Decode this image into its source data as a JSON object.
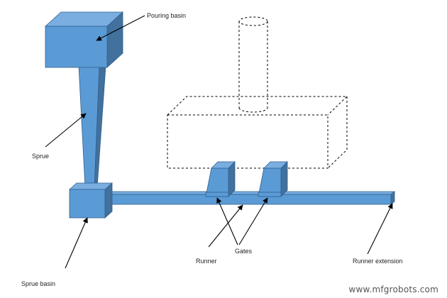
{
  "labels": {
    "pouring_basin": "Pouring basin",
    "sprue": "Sprue",
    "sprue_basin": "Sprue basin",
    "runner": "Runner",
    "gates": "Gates",
    "runner_extension": "Runner extension"
  },
  "watermark": "www.mfgrobots.com",
  "colors": {
    "part_front": "#5b9bd5",
    "part_side": "#41719c",
    "part_top": "#7aaee0",
    "part_outline": "#2f5f8f",
    "pattern_outline": "#000000",
    "arrow": "#000000"
  }
}
